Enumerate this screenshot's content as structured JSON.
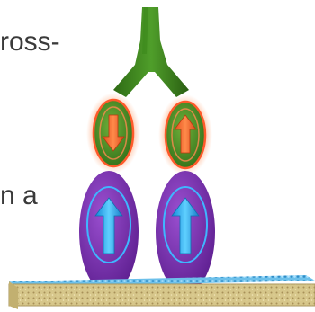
{
  "text_fragments": [
    "ross-",
    "n a"
  ],
  "colors": {
    "stem_green": "#3f8a1f",
    "stem_dark": "#245510",
    "glow_orange": "#ff5a2a",
    "arrow_orange": "#f06a2a",
    "body_purple": "#7b2fb0",
    "arrow_blue": "#2aa8ee",
    "substrate_tan": "#d8c88c",
    "substrate_blue": "#5ab4e0"
  },
  "spin_arrows": {
    "upper_left": "down",
    "upper_right": "up",
    "lower_left": "up",
    "lower_right": "up"
  }
}
